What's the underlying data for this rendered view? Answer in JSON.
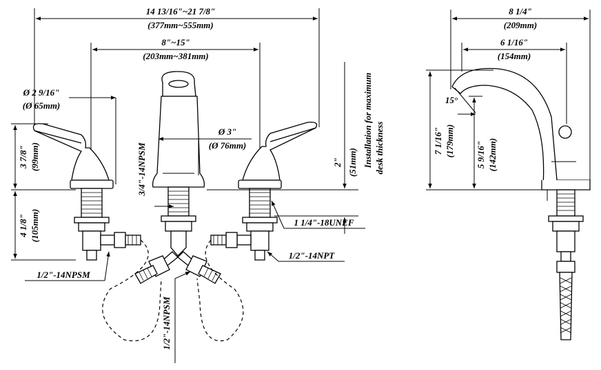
{
  "front_view": {
    "overall_width": "14 13/16\"~21 7/8\"",
    "overall_width_mm": "(377mm~555mm)",
    "center_spread": "8\"~15\"",
    "center_spread_mm": "(203mm~381mm)",
    "handle_base_dia": "Ø 2 9/16\"",
    "handle_base_dia_mm": "(Ø 65mm)",
    "handle_height": "3 7/8\"",
    "handle_height_mm": "(99mm)",
    "shank_length": "4 1/8\"",
    "shank_length_mm": "(105mm)",
    "spout_base_dia": "Ø 3\"",
    "spout_base_dia_mm": "(Ø 76mm)",
    "spout_thread": "3/4\"-14NPSM",
    "max_deck_value": "2\"",
    "max_deck_value_mm": "(51mm)",
    "max_deck_label_1": "Installation for maximum",
    "max_deck_label_2": "desk thickness",
    "valve_thread": "1 1/4\"-18UNEF",
    "outlet_thread": "1/2\"-14NPT",
    "inlet_thread_left": "1/2\"-14NPSM",
    "inlet_thread_bottom": "1/2\"-14NPSM"
  },
  "side_view": {
    "base_depth": "8 1/4\"",
    "base_depth_mm": "(209mm)",
    "spout_reach": "6 1/16\"",
    "spout_reach_mm": "(154mm)",
    "spout_angle": "15°",
    "total_height": "7 1/16\"",
    "total_height_mm": "(179mm)",
    "outlet_height": "5 9/16\"",
    "outlet_height_mm": "(142mm)"
  }
}
